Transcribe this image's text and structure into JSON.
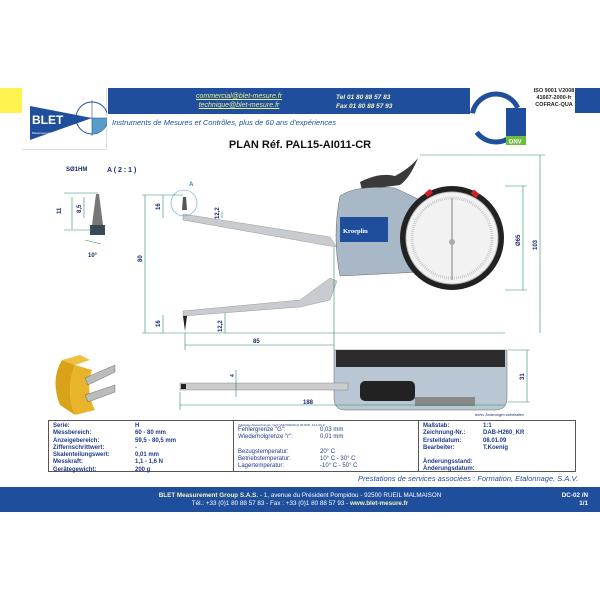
{
  "header": {
    "brand": "BLET",
    "brand_sub": "Measurement Group",
    "emails": [
      "commercial@blet-mesure.fr",
      "technique@blet-mesure.fr"
    ],
    "phones": [
      "Tel  01 80 88 57 83",
      "Fax 01 80 88 57 93"
    ],
    "tagline": "Instruments de Mesures et Contrôles, plus de 60 ans d'expériences",
    "iso_text": [
      "ISO 9001 V2008",
      "41667-2000-fr",
      "COFRAC-QUA"
    ],
    "dnv": "DNV"
  },
  "title": "PLAN  Réf. PAL15-AI011-CR",
  "drawing": {
    "detail_label": "SØ1HM",
    "detail_scale": "A ( 2 : 1 )",
    "dims": {
      "d11": "11",
      "d85a": "8,5",
      "angle": "10°",
      "top16": "16",
      "top122": "12,2",
      "h80": "80",
      "bot16": "16",
      "bot122": "12,2",
      "w85": "85",
      "dia": "Ø65",
      "h103": "103",
      "t4": "4",
      "w188": "188",
      "d31": "31"
    },
    "circle_label": "A",
    "brand_plate": "Kroeplin",
    "note": "techn. Änderungen vorbehalten"
  },
  "specs": {
    "col1": [
      [
        "Serie:",
        "H"
      ],
      [
        "Messbereich:",
        "60 - 80 mm"
      ],
      [
        "Anzeigebereich:",
        "59,5 - 80,5 mm"
      ],
      [
        "Ziffernschrittwert:",
        "-"
      ],
      [
        "Skalenteilungswert:",
        "0,01 mm"
      ],
      [
        "Messkraft:",
        "1,1 - 1,6 N"
      ],
      [
        "Gerätegewicht:",
        "200 g"
      ]
    ],
    "col2_note": "Zulässige Abweichungen nach VDI/VDE/DGQ 2618 Bl. 13.1/13.1)",
    "col2": [
      [
        "Fehlergrenze \"G\":",
        "0,03 mm"
      ],
      [
        "Wiederholgrenze \"r\":",
        "0,01 mm"
      ],
      [
        "",
        ""
      ],
      [
        "Bezugstemperatur:",
        "20° C"
      ],
      [
        "Betriebstemperatur:",
        "10° C - 30° C"
      ],
      [
        "Lagertemperatur:",
        "-10° C - 50° C"
      ]
    ],
    "col3": [
      [
        "Maßstab:",
        "1:1"
      ],
      [
        "Zeichnung-Nr.:",
        "DAB-H260_KR"
      ],
      [
        "Erstelldatum:",
        "08.01.09"
      ],
      [
        "Bearbeiter:",
        "T.Koenig"
      ],
      [
        "",
        ""
      ],
      [
        "Änderungsstand:",
        ""
      ],
      [
        "Änderungsdatum:",
        ""
      ]
    ]
  },
  "services": "Prestations de services associées : Formation, Etalonnage, S.A.V.",
  "footer": {
    "company": "BLET  Measurement Group S.A.S.",
    "address": " - 1, avenue du Président Pompidou - 92500 RUEIL MALMAISON",
    "contact": "Tél.: +33 (0)1 80 88 57 83 - Fax : +33 (0)1 80 88 57 93 - ",
    "web": "www.blet-mesure.fr",
    "doc": "DC-02 /N",
    "page": "1/1"
  },
  "colors": {
    "blue": "#1f4e9c",
    "yellow": "#fff44f",
    "dim": "#2b8c6a"
  }
}
